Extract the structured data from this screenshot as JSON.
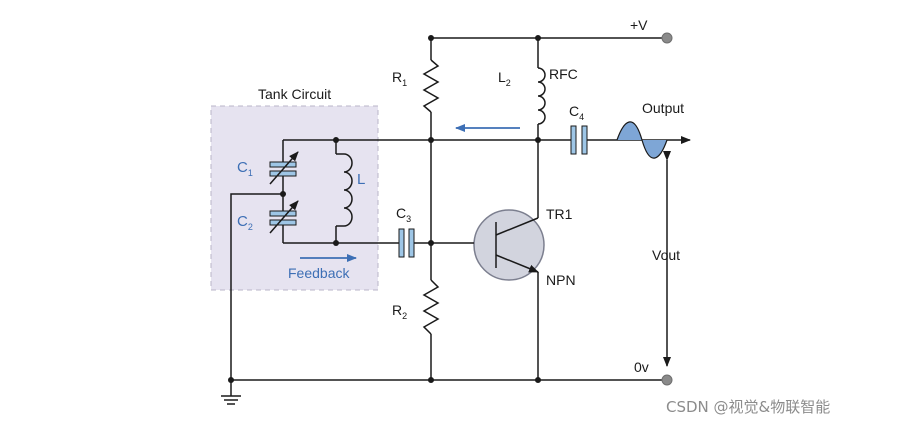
{
  "labels": {
    "tank_circuit": "Tank Circuit",
    "supply": "+V",
    "ground_rail": "0v",
    "r1": "R",
    "r1_sub": "1",
    "r2": "R",
    "r2_sub": "2",
    "l2": "L",
    "l2_sub": "2",
    "rfc": "RFC",
    "c1": "C",
    "c1_sub": "1",
    "c2": "C",
    "c2_sub": "2",
    "c3": "C",
    "c3_sub": "3",
    "c4": "C",
    "c4_sub": "4",
    "l": "L",
    "tr1": "TR1",
    "npn": "NPN",
    "output": "Output",
    "vout": "Vout",
    "feedback": "Feedback"
  },
  "watermark": "CSDN @视觉&物联智能",
  "colors": {
    "wire": "#1a1a1a",
    "accent_blue": "#3d6fb5",
    "tank_fill": "#e6e3f0",
    "tank_border": "#b9b5c9",
    "transistor_fill": "#d2d4de",
    "capacitor_fill": "#9ec6e6",
    "terminal": "#8a8a8a",
    "waveform_fill": "#7ea6d6"
  },
  "icons": {
    "ground": "ground-symbol",
    "terminal": "terminal-circle",
    "arrow": "arrow"
  }
}
